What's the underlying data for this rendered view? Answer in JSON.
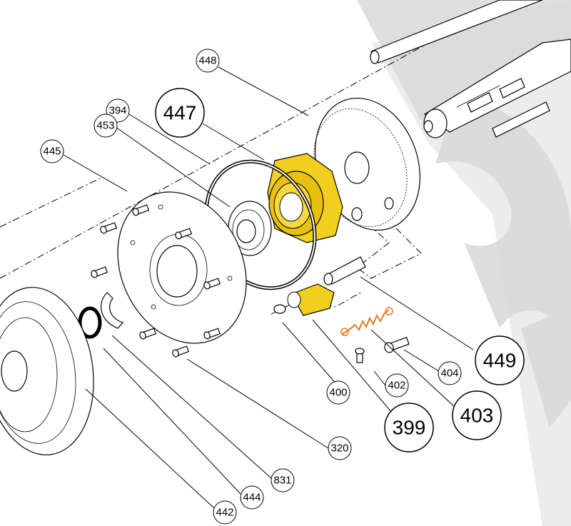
{
  "colors": {
    "highlight": "#f2cf1e",
    "watermark": "#d9d9d9",
    "line": "#000000",
    "background": "#ffffff"
  },
  "callouts": {
    "c448": "448",
    "c447": "447",
    "c394": "394",
    "c453": "453",
    "c445": "445",
    "c449": "449",
    "c404": "404",
    "c402": "402",
    "c400": "400",
    "c403": "403",
    "c399": "399",
    "c320": "320",
    "c831": "831",
    "c444": "444",
    "c442": "442"
  }
}
